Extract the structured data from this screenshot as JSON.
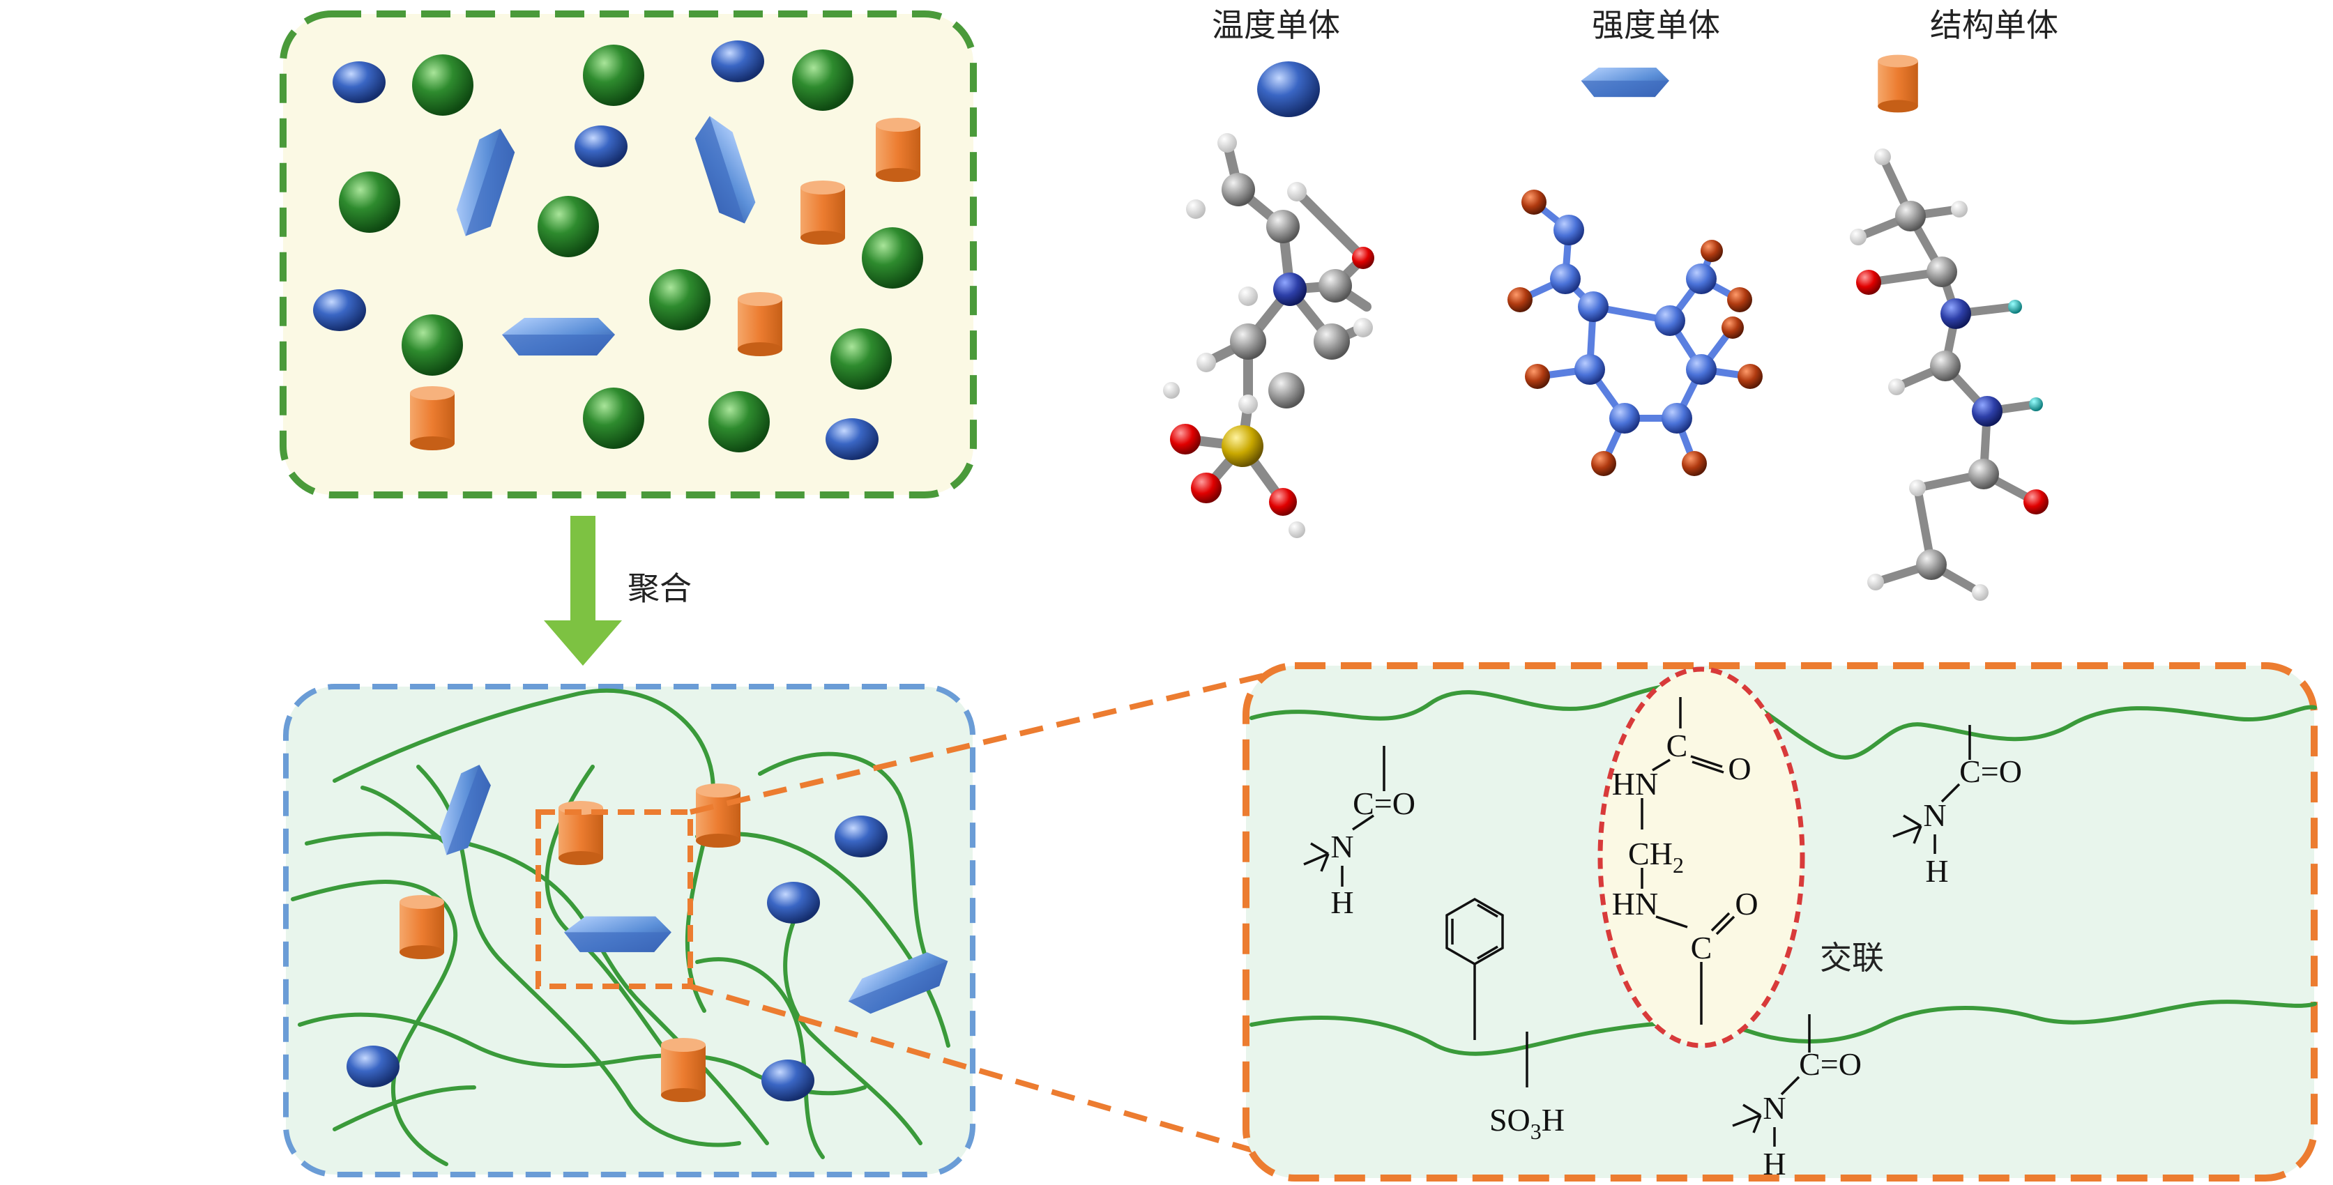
{
  "legend": {
    "temperature_monomer": "温度单体",
    "strength_monomer": "强度单体",
    "structure_monomer": "结构单体"
  },
  "process": {
    "arrow_label": "聚合"
  },
  "crosslink_label": "交联",
  "chemistry": {
    "c_eq_o": "C=O",
    "n": "N",
    "h": "H",
    "hn": "HN",
    "c": "C",
    "o": "O",
    "ch2": "CH",
    "ch2_sub": "2",
    "so3h_so": "SO",
    "so3h_3": "3",
    "so3h_h": "H"
  },
  "colors": {
    "monomer_container_border": "#4a9a3a",
    "monomer_container_fill": "#fbf9e4",
    "polymer_container_border": "#6a9cd6",
    "polymer_container_fill": "#e8f5ec",
    "zoom_container_border": "#ec7c30",
    "crosslink_ellipse": "#d83a3a",
    "polymer_chain": "#3a9a3a",
    "arrow": "#7dc242",
    "sphere_green": "#2e8b2e",
    "sphere_blue": "#2f5fbf",
    "cylinder_orange": "#ec7c30",
    "hexagon_blue": "#5b8fd8"
  }
}
